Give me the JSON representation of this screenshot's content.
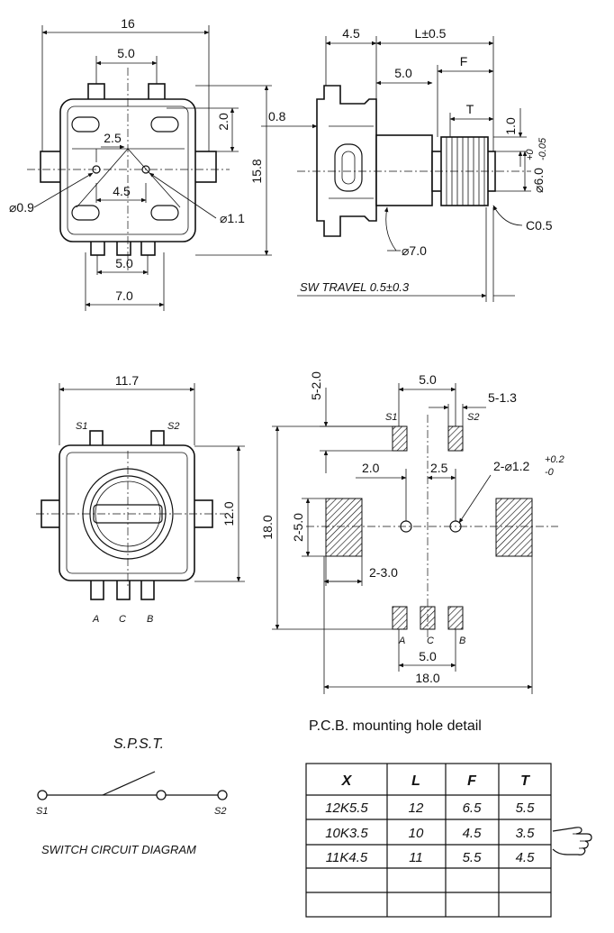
{
  "front_view": {
    "dims": {
      "width_16": "16",
      "top_pin_5": "5.0",
      "hole_2_5": "2.5",
      "hole_4_5": "4.5",
      "tab_0_9": "⌀0.9",
      "hole_1_1": "⌀1.1",
      "right_2_0": "2.0",
      "height_15_8": "15.8",
      "bottom_pin_5": "5.0",
      "bottom_7": "7.0"
    }
  },
  "side_view": {
    "dims": {
      "d_4_5": "4.5",
      "d_l": "L±0.5",
      "d_f": "F",
      "d_5_0": "5.0",
      "d_t": "T",
      "d_1_0": "1.0",
      "d_0_8": "0.8",
      "d_6_0": "⌀6.0",
      "d_6_0_tol_top": "+0",
      "d_6_0_tol_bot": "-0.05",
      "d_c0_5": "C0.5",
      "d_7_0": "⌀7.0",
      "sw_travel": "SW TRAVEL 0.5±0.3"
    }
  },
  "bottom_view": {
    "dims": {
      "width_11_7": "11.7",
      "height_12_0": "12.0"
    },
    "pins": {
      "s1": "S1",
      "s2": "S2",
      "a": "A",
      "c": "C",
      "b": "B"
    }
  },
  "pcb": {
    "dims": {
      "d_5_2_0": "5-2.0",
      "d_5_0_top": "5.0",
      "d_5_1_3": "5-1.3",
      "d_2_0": "2.0",
      "d_2_5": "2.5",
      "d_hole": "2-⌀1.2",
      "d_hole_tol_top": "+0.2",
      "d_hole_tol_bot": "-0",
      "d_18_0_left": "18.0",
      "d_2_5_0": "2-5.0",
      "d_2_3_0": "2-3.0",
      "d_5_0_bottom": "5.0",
      "d_18_0_bottom": "18.0"
    },
    "pins": {
      "s1": "S1",
      "s2": "S2",
      "a": "A",
      "c": "C",
      "b": "B"
    },
    "caption": "P.C.B.  mounting hole detail"
  },
  "switch": {
    "title": "S.P.S.T.",
    "s1": "S1",
    "s2": "S2",
    "caption": "SWITCH CIRCUIT DIAGRAM"
  },
  "table": {
    "headers": [
      "X",
      "L",
      "F",
      "T"
    ],
    "rows": [
      [
        "12K5.5",
        "12",
        "6.5",
        "5.5"
      ],
      [
        "10K3.5",
        "10",
        "4.5",
        "3.5"
      ],
      [
        "11K4.5",
        "11",
        "5.5",
        "4.5"
      ],
      [
        "",
        "",
        "",
        ""
      ],
      [
        "",
        "",
        "",
        ""
      ]
    ],
    "highlighted_row": 1,
    "pointer_icon": "pointing-hand-icon"
  }
}
